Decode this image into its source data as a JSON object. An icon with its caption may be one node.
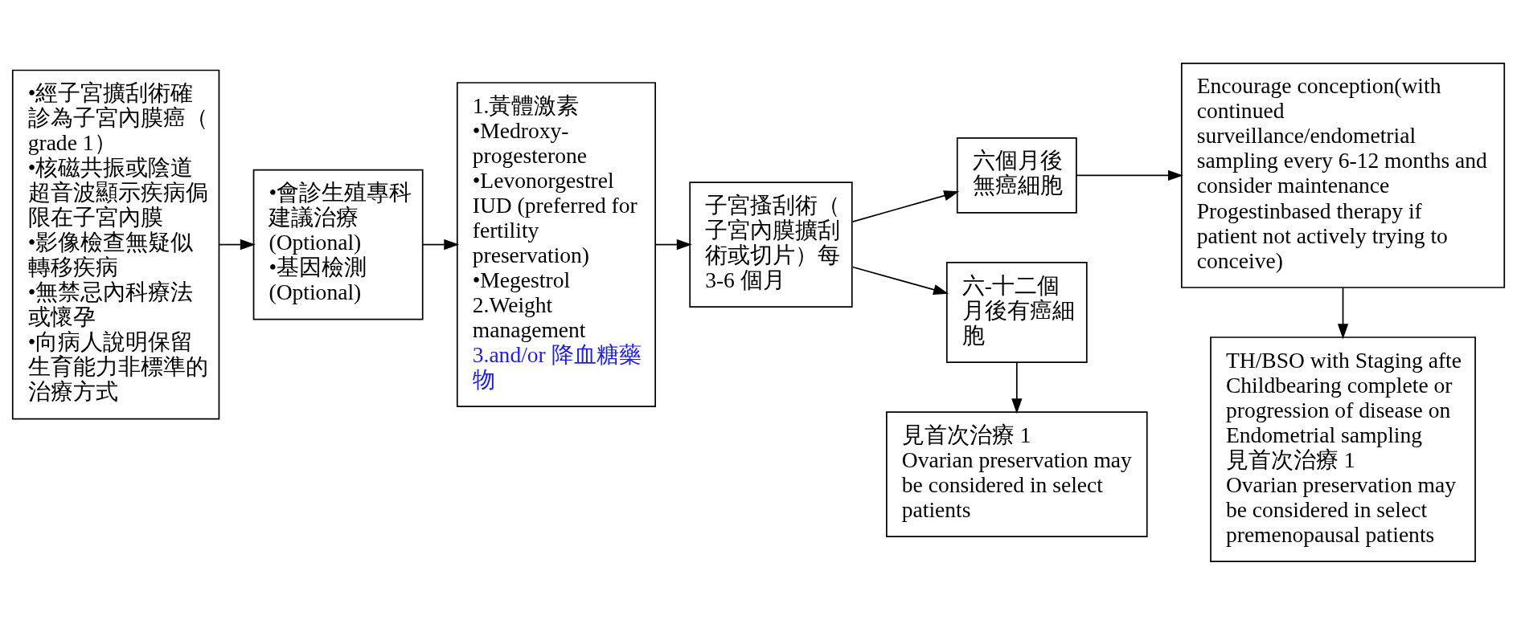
{
  "diagram": {
    "nodes": [
      {
        "text": [
          "•經子宮擴刮術確診為子宮內膜癌（grade 1）",
          "•核磁共振或陰道超音波顯示疾病侷限在子宮內膜",
          "•影像檢查無疑似轉移疾病",
          "•無禁忌內科療法或懷孕",
          "•向病人說明保留生育能力非標準的治療方式"
        ]
      },
      {
        "text": [
          "•會診生殖專科建議治療 (Optional)",
          "•基因檢測 (Optional)"
        ]
      },
      {
        "text": [
          "1.黃體激素",
          "•Medroxy- progesterone",
          "•Levonorgestrel IUD (preferred for fertility preservation)",
          "•Megestrol",
          "2.Weight management",
          "3.and/or 降血糖藥物"
        ]
      },
      {
        "text": [
          "子宮搔刮術（子宮內膜擴刮術或切片）每 3-6 個月"
        ]
      },
      {
        "text": [
          "六個月後無癌細胞"
        ]
      },
      {
        "text": [
          "六-十二個月後有癌細胞"
        ]
      },
      {
        "text": [
          "Encourage conception(with continued surveillance/endometrial sampling every 6-12 months and consider maintenance Progestinbased therapy if patient not actively trying to conceive)"
        ]
      },
      {
        "text": [
          "見首次治療 1",
          "Ovarian preservation may be considered in select patients"
        ]
      },
      {
        "text": [
          "TH/BSO with Staging afte Childbearing complete or progression of disease on Endometrial sampling",
          "見首次治療 1",
          "Ovarian preservation may be considered in select premenopausal patients"
        ]
      }
    ],
    "edges": [
      {
        "from": 0,
        "to": 1,
        "arrow": "to"
      },
      {
        "from": 1,
        "to": 2,
        "arrow": "to"
      },
      {
        "from": 2,
        "to": 3,
        "arrow": "to"
      },
      {
        "from": 3,
        "to": 4,
        "arrow": "to"
      },
      {
        "from": 3,
        "to": 5,
        "arrow": "to"
      },
      {
        "from": 4,
        "to": 6,
        "arrow": "to"
      },
      {
        "from": 6,
        "to": 8,
        "arrow": "to"
      },
      {
        "from": 5,
        "to": 7,
        "arrow": "to"
      }
    ]
  }
}
